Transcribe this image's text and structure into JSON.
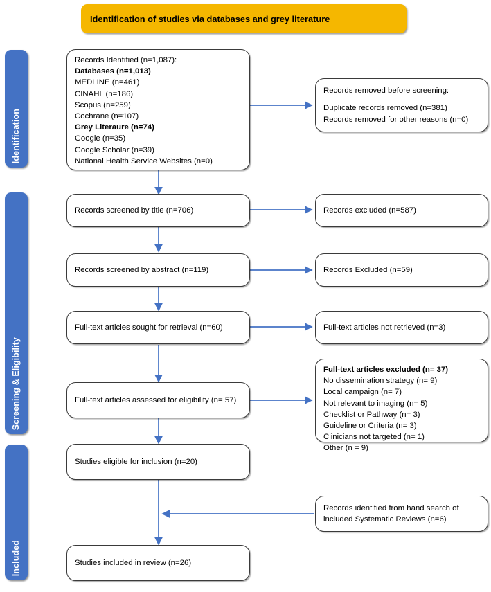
{
  "banner": {
    "label": "Identification of studies via databases and grey literature",
    "color": "#F5B700"
  },
  "bands": [
    {
      "label": "Identification",
      "color": "#4472C4"
    },
    {
      "label": "Screening & Eligibility",
      "color": "#4472C4"
    },
    {
      "label": "Included",
      "color": "#4472C4"
    }
  ],
  "boxes": {
    "records_identified": {
      "lines": [
        "Records Identified (n=1,087):",
        "",
        "Databases (n=1,013)",
        "MEDLINE (n=461)",
        "CINAHL (n=186)",
        "Scopus (n=259)",
        "Cochrane (n=107)",
        "Grey Literaure (n=74)",
        "Google (n=35)",
        "Google Scholar (n=39)",
        "National Health Service Websites (n=0)"
      ]
    },
    "records_removed": {
      "lines": [
        "Records removed before screening:",
        "",
        "Duplicate records removed (n=381)",
        "Records removed for other reasons (n=0)"
      ]
    },
    "screened_title": {
      "label": "Records screened by title (n=706)"
    },
    "excluded_title": {
      "label": "Records excluded (n=587)"
    },
    "screened_abstract": {
      "label": "Records screened by abstract (n=119)"
    },
    "excluded_abstract": {
      "label": "Records Excluded (n=59)"
    },
    "sought_retrieval": {
      "label": "Full-text articles sought for retrieval (n=60)"
    },
    "not_retrieved": {
      "label": "Full-text articles not retrieved (n=3)"
    },
    "assessed_eligibility": {
      "label": "Full-text articles assessed for eligibility (n= 57)"
    },
    "fulltext_excluded": {
      "lines": [
        "Full-text articles excluded (n= 37)",
        "No dissemination strategy (n= 9)",
        "Local campaign (n= 7)",
        "Not relevant to imaging (n= 5)",
        "Checklist or Pathway (n= 3)",
        "Guideline or Criteria (n= 3)",
        "Clinicians not targeted (n= 1)",
        "Other (n = 9)"
      ]
    },
    "eligible_inclusion": {
      "label": "Studies eligible for inclusion  (n=20)"
    },
    "hand_search": {
      "line1": "Records identified from hand search of",
      "line2": "included Systematic Reviews (n=6)"
    },
    "included_review": {
      "label": "Studies included in review (n=26)"
    }
  },
  "arrow_color": "#4472C4"
}
